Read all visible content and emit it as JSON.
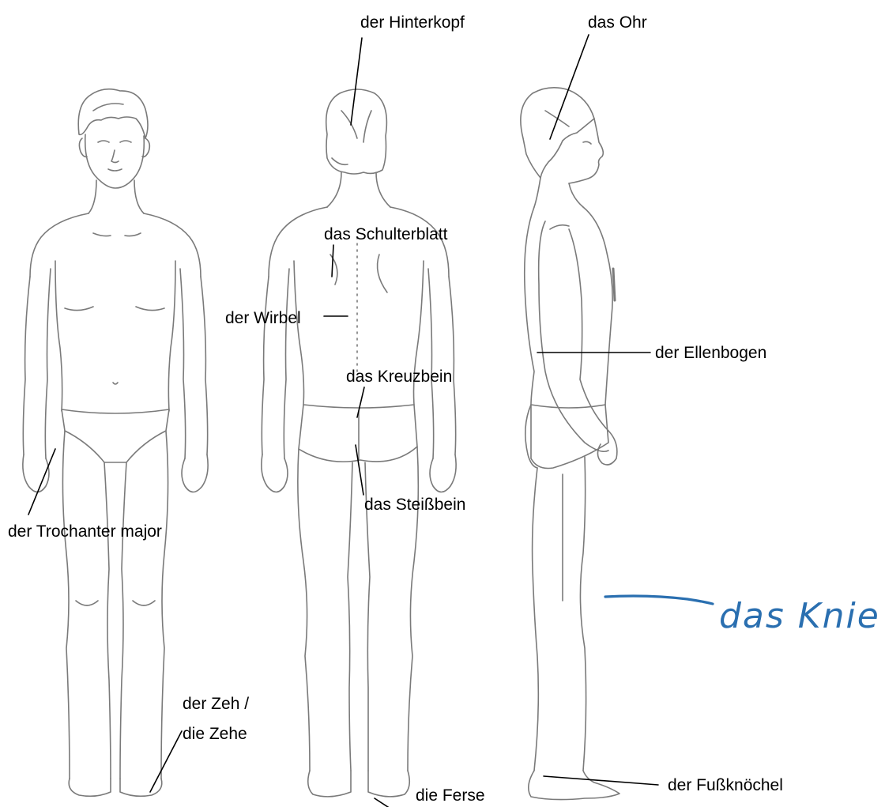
{
  "labels": {
    "hinterkopf": "der Hinterkopf",
    "ohr": "das Ohr",
    "schulterblatt": "das Schulterblatt",
    "wirbel": "der Wirbel",
    "ellenbogen": "der Ellenbogen",
    "kreuzbein": "das Kreuzbein",
    "steissbein": "das Steißbein",
    "trochanter": "der Trochanter major",
    "zeh_line1": "der Zeh /",
    "zeh_line2": "die Zehe",
    "fussknoechel": "der Fußknöchel",
    "ferse": "die Ferse"
  },
  "handwritten": {
    "knie": "das Knie"
  },
  "colors": {
    "outline": "#7a7a7a",
    "leader": "#000000",
    "handwritten": "#2a6fb0"
  }
}
